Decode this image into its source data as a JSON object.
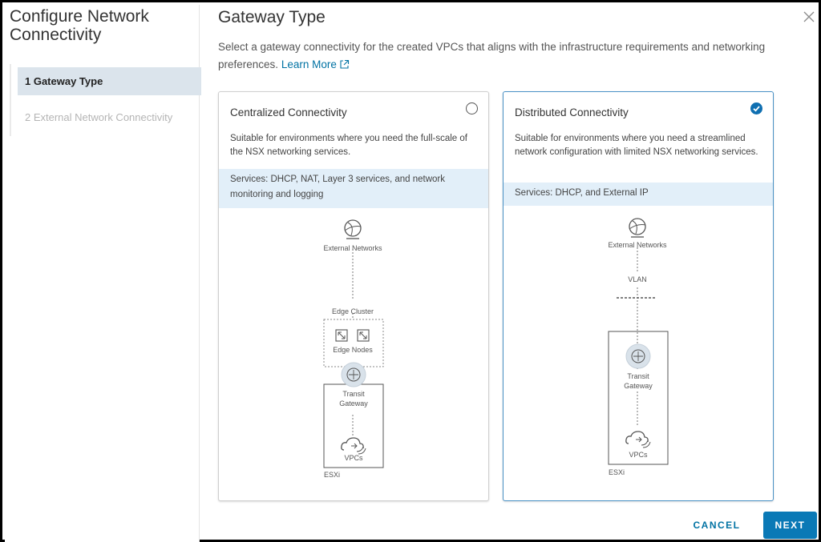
{
  "wizard": {
    "title": "Configure Network Connectivity",
    "steps": [
      {
        "label": "1  Gateway Type"
      },
      {
        "label": "2  External Network Connectivity"
      }
    ]
  },
  "page": {
    "title": "Gateway Type",
    "description": "Select a gateway connectivity for the created VPCs that aligns with the infrastructure requirements and networking preferences.",
    "learn_more": "Learn More"
  },
  "cards": {
    "centralized": {
      "title": "Centralized Connectivity",
      "selected": false,
      "description": "Suitable for environments where you need the full-scale of the NSX networking services.",
      "services": "Services: DHCP, NAT, Layer 3 services, and network monitoring and logging",
      "diagram": {
        "external_networks": "External Networks",
        "edge_cluster": "Edge Cluster",
        "edge_nodes": "Edge Nodes",
        "transit_gateway": "Transit Gateway",
        "vpcs": "VPCs",
        "esxi": "ESXi"
      }
    },
    "distributed": {
      "title": "Distributed Connectivity",
      "selected": true,
      "description": "Suitable for environments where you need a streamlined network configuration with limited NSX networking services.",
      "services": "Services: DHCP, and External IP",
      "diagram": {
        "external_networks": "External Networks",
        "vlan": "VLAN",
        "transit_gateway": "Transit Gateway",
        "vpcs": "VPCs",
        "esxi": "ESXi"
      }
    }
  },
  "footer": {
    "cancel_label": "CANCEL",
    "next_label": "NEXT"
  },
  "colors": {
    "accent": "#0072a3",
    "primary_button": "#0a79b6",
    "active_step_bg": "#dbe4ec",
    "services_bg": "#e2eff9",
    "selected_border": "#4b92c6"
  }
}
